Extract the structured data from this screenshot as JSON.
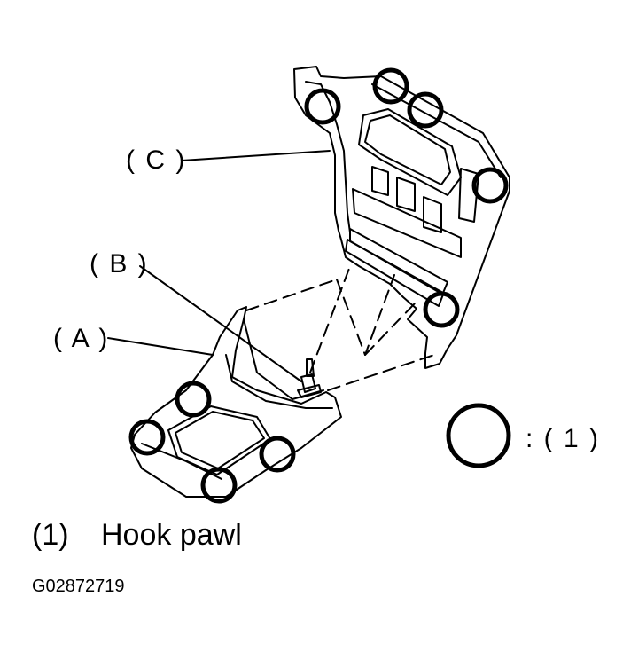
{
  "callouts": {
    "a": "( A )",
    "b": "( B )",
    "c": "( C )"
  },
  "legend": {
    "symbol": "circle-marker",
    "text": ": ( 1 )"
  },
  "caption": {
    "number": "(1)",
    "text": "Hook pawl"
  },
  "figure_id": "G02872719",
  "colors": {
    "line": "#000000",
    "background": "#ffffff"
  }
}
